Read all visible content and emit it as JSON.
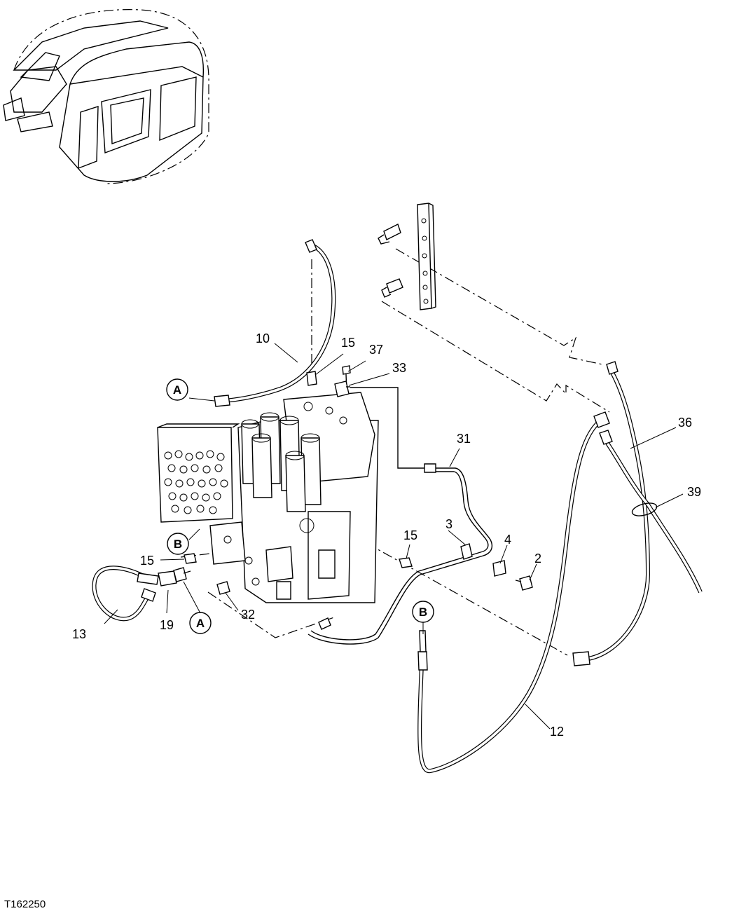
{
  "figure_id": "T162250",
  "callouts": {
    "c2": "2",
    "c3": "3",
    "c4": "4",
    "c10": "10",
    "c12": "12",
    "c13": "13",
    "c15a": "15",
    "c15b": "15",
    "c15c": "15",
    "c19": "19",
    "c31": "31",
    "c32": "32",
    "c33": "33",
    "c36": "36",
    "c37": "37",
    "c39": "39"
  },
  "connection_markers": {
    "a1": "A",
    "a2": "A",
    "b1": "B",
    "b2": "B"
  }
}
